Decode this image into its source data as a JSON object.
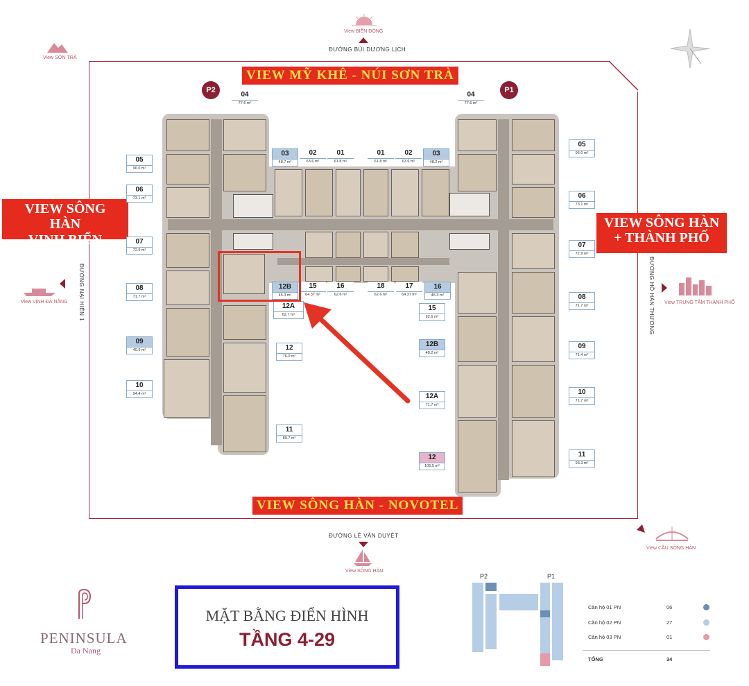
{
  "views": {
    "top": "VIEW MỸ KHÊ - NÚI SƠN TRÀ",
    "left_line1": "VIEW SÔNG HÀN",
    "left_line2": "VỊNH BIỂN",
    "right_line1": "VIEW SÔNG HÀN",
    "right_line2": "+ THÀNH PHỐ",
    "bottom": "VIEW SÔNG HÀN - NOVOTEL"
  },
  "streets": {
    "top": "ĐƯỜNG BÙI DƯƠNG LỊCH",
    "bottom": "ĐƯỜNG LÊ VĂN DUYỆT",
    "left": "ĐƯỜNG NẠI HIÊN 1",
    "right": "ĐƯỜNG HỒ HÁN THƯƠNG"
  },
  "landmarks": {
    "top": "View BIỂN ĐÔNG",
    "top_left": "View SƠN TRÀ",
    "left": "View VỊNH ĐÀ NẴNG",
    "right": "View TRUNG TÂM THÀNH PHỐ",
    "bottom": "View SÔNG HÀN",
    "bottom_right": "View CẦU SÔNG HÀN"
  },
  "towers": {
    "p2": "P2",
    "p1": "P1"
  },
  "units_p2": [
    {
      "num": "04",
      "area": "77.6 m²",
      "type": "t2"
    },
    {
      "num": "05",
      "area": "96.0 m²",
      "type": "t2"
    },
    {
      "num": "06",
      "area": "73.1 m²",
      "type": "t2"
    },
    {
      "num": "07",
      "area": "72.9 m²",
      "type": "t2"
    },
    {
      "num": "08",
      "area": "71.7 m²",
      "type": "t2"
    },
    {
      "num": "09",
      "area": "49.9 m²",
      "type": "t1"
    },
    {
      "num": "10",
      "area": "94.4 m²",
      "type": "t2"
    },
    {
      "num": "11",
      "area": "89.7 m²",
      "type": "t2"
    },
    {
      "num": "12",
      "area": "76.0 m²",
      "type": "t2"
    },
    {
      "num": "12A",
      "area": "62.7 m²",
      "type": "t2"
    },
    {
      "num": "12B",
      "area": "45.3 m²",
      "type": "t1"
    },
    {
      "num": "15",
      "area": "64.37 m²",
      "type": "t2"
    },
    {
      "num": "16",
      "area": "62.6 m²",
      "type": "t2"
    },
    {
      "num": "03",
      "area": "48.7 m²",
      "type": "t1"
    },
    {
      "num": "02",
      "area": "63.6 m²",
      "type": "t2"
    },
    {
      "num": "01",
      "area": "61.8 m²",
      "type": "t2"
    }
  ],
  "units_p1": [
    {
      "num": "01",
      "area": "61.8 m²",
      "type": "t2"
    },
    {
      "num": "02",
      "area": "63.6 m²",
      "type": "t2"
    },
    {
      "num": "03",
      "area": "48.2 m²",
      "type": "t1"
    },
    {
      "num": "04",
      "area": "77.6 m²",
      "type": "t2"
    },
    {
      "num": "05",
      "area": "96.0 m²",
      "type": "t2"
    },
    {
      "num": "06",
      "area": "73.1 m²",
      "type": "t2"
    },
    {
      "num": "07",
      "area": "72.9 m²",
      "type": "t2"
    },
    {
      "num": "08",
      "area": "71.7 m²",
      "type": "t2"
    },
    {
      "num": "09",
      "area": "71.4 m²",
      "type": "t2"
    },
    {
      "num": "10",
      "area": "71.7 m²",
      "type": "t2"
    },
    {
      "num": "11",
      "area": "93.3 m²",
      "type": "t2"
    },
    {
      "num": "12",
      "area": "106.5 m²",
      "type": "t3"
    },
    {
      "num": "12A",
      "area": "71.7 m²",
      "type": "t2"
    },
    {
      "num": "12B",
      "area": "48.2 m²",
      "type": "t1"
    },
    {
      "num": "15",
      "area": "62.6 m²",
      "type": "t2"
    },
    {
      "num": "16",
      "area": "45.3 m²",
      "type": "t1"
    },
    {
      "num": "17",
      "area": "64.37 m²",
      "type": "t2"
    },
    {
      "num": "18",
      "area": "62.6 m²",
      "type": "t2"
    }
  ],
  "brand": {
    "name": "PENINSULA",
    "city": "Da Nang"
  },
  "title": {
    "line1": "MẶT BẰNG ĐIỂN HÌNH",
    "line2": "TẦNG 4-29"
  },
  "legend": {
    "minimap_p2": "P2",
    "minimap_p1": "P1",
    "rows": [
      {
        "label": "Căn hộ 01 PN",
        "count": "06",
        "color": "#6d8fb6"
      },
      {
        "label": "Căn hộ 02 PN",
        "count": "27",
        "color": "#b6cde6"
      },
      {
        "label": "Căn hộ 03 PN",
        "count": "01",
        "color": "#e69aa9"
      }
    ],
    "total_label": "TỔNG",
    "total_value": "34"
  },
  "colors": {
    "accent": "#8b1f33",
    "banner": "#e52b1e",
    "banner_text_bottom": "#ffe14a",
    "title_border": "#2219d6",
    "arrow": "#e33324"
  }
}
